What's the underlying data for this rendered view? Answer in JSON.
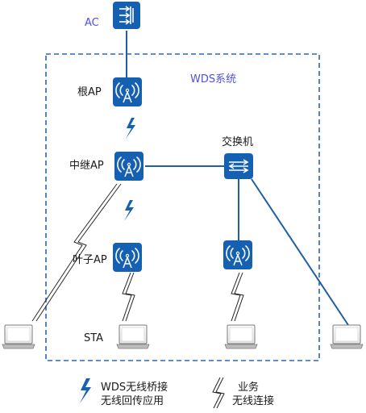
{
  "labels": {
    "ac": "AC",
    "wds_system": "WDS系统",
    "root_ap": "根AP",
    "relay_ap": "中继AP",
    "leaf_ap": "叶子AP",
    "switch": "交换机",
    "sta": "STA"
  },
  "legend": {
    "wds_line1": "WDS无线桥接",
    "wds_line2": "无线回传应用",
    "service_line1": "业务",
    "service_line2": "无线连接"
  },
  "colors": {
    "device_blue": "#1560b0",
    "link_blue": "#1f5fa8",
    "dashed_box": "#2a66b8",
    "label_blue": "#4f50e0"
  }
}
